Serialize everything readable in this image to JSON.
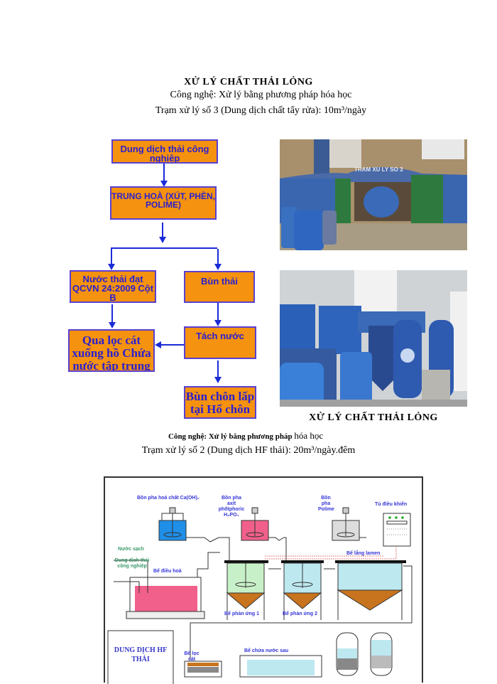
{
  "header": {
    "title": "XỬ LÝ CHẤT THẢI LỎNG",
    "technology": "Công nghệ: Xử lý bằng phương pháp hóa học",
    "station": "Trạm xử lý số 3 (Dung dịch chất tẩy rửa): 10m³/ngày"
  },
  "flowchart": {
    "boxes": [
      {
        "id": "input",
        "label": "Dung dịch thải công nghiệp"
      },
      {
        "id": "neutralize",
        "label": "TRUNG HOÀ (XÚT, PHÈN, POLIME)"
      },
      {
        "id": "water-ok",
        "label": "Nước thải đạt QCVN 24:2009 Cột B"
      },
      {
        "id": "sludge",
        "label": "Bùn thải"
      },
      {
        "id": "sand-filter",
        "label": "Qua lọc cát xuống hồ Chứa nước tập trung"
      },
      {
        "id": "dewater",
        "label": "Tách nước"
      },
      {
        "id": "landfill",
        "label": "Bùn chôn lấp tại Hố chôn"
      }
    ]
  },
  "photos": {
    "top": {
      "sign_text": "TRAM XU LY SO 3",
      "alt": "Trạm xử lý số 3 building exterior"
    },
    "bottom": {
      "alt": "Blue treatment tanks and pressure vessels"
    },
    "caption": "XỬ LÝ CHẤT THẢI LỎNG"
  },
  "section2": {
    "technology_small": "Công nghệ: Xử lý bằng phương pháp",
    "technology_tail": "hóa học",
    "station": "Trạm xử lý số 2 (Dung dịch HF thải): 20m³/ngày.đêm"
  },
  "diagram": {
    "tank_caoh2": "Bồn pha hoá chất Ca(OH)₂",
    "tank_h3po4": "Bồn pha axit phốtphoric H₃PO₄",
    "tank_polime": "Bồn pha Polime",
    "control_cabinet": "Tủ điều khiển",
    "clean_water": "Nước sạch",
    "industrial_solution": "Dung dịch thải công nghiệp",
    "equalization_tank": "Bể điều hoà",
    "reaction_tank_1": "Bể phản ứng 1",
    "reaction_tank_2": "Bể phản ứng 2",
    "lamella_tank": "Bể lắng lamen",
    "sand_filter": "Bể lọc cát",
    "clean_water_tank": "Bể chứa nước sau",
    "hf_box": "DUNG DỊCH HF THẢI"
  },
  "colors": {
    "box_fill": "#f5920f",
    "box_text": "#2b1fd0",
    "arrow": "#1a2bd8",
    "tank_blue": "#1f8fe8",
    "tank_pink": "#f0608a",
    "tank_lightgreen": "#c8f0c8",
    "tank_lightblue": "#bde8f0",
    "sludge": "#c8741e"
  }
}
